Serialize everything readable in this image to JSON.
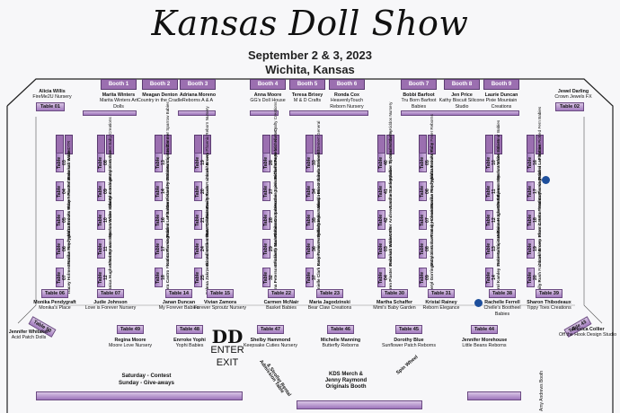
{
  "header": {
    "title": "Kansas Doll Show",
    "dates": "September 2 & 3, 2023",
    "city": "Wichita, Kansas"
  },
  "top_booths": [
    {
      "id": "Booth 1",
      "vendor": "Marita Winters",
      "sub": "Marita Winters Art Dolls"
    },
    {
      "id": "Booth 2",
      "vendor": "Meagan Denton",
      "sub": "Country in the Cradle"
    },
    {
      "id": "Booth 3",
      "vendor": "Adriana Moreno",
      "sub": "Reborns A & A"
    },
    {
      "id": "Booth 4",
      "vendor": "Anna Moore",
      "sub": "GG's Doll House"
    },
    {
      "id": "Booth 5",
      "vendor": "Teresa Brixey",
      "sub": "M & D Crafts"
    },
    {
      "id": "Booth 6",
      "vendor": "Ronda Cox",
      "sub": "HeavenlyTouch Reborn Nursery"
    },
    {
      "id": "Booth 7",
      "vendor": "Bobbi Barfoot",
      "sub": "Tru Born Barfoot Babies"
    },
    {
      "id": "Booth 8",
      "vendor": "Jen Price",
      "sub": "Kathy Biscuit Silicone Studio"
    },
    {
      "id": "Booth 9",
      "vendor": "Laurie Duncan",
      "sub": "Pixie Mountain Creations"
    }
  ],
  "corners": [
    {
      "id": "Table 01",
      "vendor": "Alicia Willis",
      "sub": "FireMe2U Nursery"
    },
    {
      "id": "Table 02",
      "vendor": "Jewel Darling",
      "sub": "Crown Jewels FX"
    }
  ],
  "bottom_tables": [
    {
      "id": "Table 06",
      "vendor": "Monika Pendygraft",
      "sub": "Monika's Place"
    },
    {
      "id": "Table 07",
      "vendor": "Judie Johnson",
      "sub": "Love is Forever Nursery"
    },
    {
      "id": "Table 14",
      "vendor": "Janan Duncan",
      "sub": "My Forever Babies"
    },
    {
      "id": "Table 15",
      "vendor": "Vivian Zamora",
      "sub": "Forever Sproutz Nursery"
    },
    {
      "id": "Table 22",
      "vendor": "Carmen McNair",
      "sub": "Basket Babies"
    },
    {
      "id": "Table 23",
      "vendor": "Maria Jagodzinski",
      "sub": "Bear Claw Creations"
    },
    {
      "id": "Table 30",
      "vendor": "Martha Schaffer",
      "sub": "Mimi's Baby Garden"
    },
    {
      "id": "Table 31",
      "vendor": "Kristal Rainey",
      "sub": "Reborn Elegance"
    },
    {
      "id": "Table 38",
      "vendor": "Rachelle Ferrell",
      "sub": "Chelle's Bootheel Babies"
    },
    {
      "id": "Table 39",
      "vendor": "Sharon Thibodeaux",
      "sub": "Tippy Toes Creations"
    }
  ],
  "edge": [
    {
      "id": "Table 50",
      "vendor": "Jennifer Whitaker",
      "sub": "Acid Patch Dolls"
    },
    {
      "id": "Table 43",
      "vendor": "Jessica Collier",
      "sub": "Off the Hook Design Studio"
    }
  ],
  "lower_row": [
    {
      "id": "Table 49",
      "vendor": "Regina Moore",
      "sub": "Moore Love Nursery"
    },
    {
      "id": "Table 48",
      "vendor": "Enrroke Yophi",
      "sub": "Yophi Babies"
    },
    {
      "id": "Table 47",
      "vendor": "Shelby Hammond",
      "sub": "Keepsake Cuties Nursery"
    },
    {
      "id": "Table 46",
      "vendor": "Michelle Manning",
      "sub": "Butterfly Reborns"
    },
    {
      "id": "Table 45",
      "vendor": "Dorothy Blue",
      "sub": "Sunflower Patch Reborns"
    },
    {
      "id": "Table 44",
      "vendor": "Jennifer Morehouse",
      "sub": "Little Beans Reborns"
    }
  ],
  "entrance": {
    "logo": "DD",
    "enter": "ENTER",
    "exit": "EXIT"
  },
  "misc": {
    "contest": "Saturday - Contest",
    "giveaway": "Sunday - Give-aways",
    "admission": "Admission Table",
    "stroller": "& Stroller Rental",
    "kds": "KDS Merch & Jenny Raymond Originals Booth",
    "spin": "Spin Wheel",
    "amy": "Amy Andrews Booth"
  },
  "inner_tables": [
    {
      "id": "Table 03",
      "vendor": "Rebekah Wade",
      "sub": "DTR"
    },
    {
      "id": "Table 04",
      "vendor": "Karen Plaster",
      "sub": "Bows and Babies"
    },
    {
      "id": "Table 05",
      "vendor": "Alexa Brooks",
      "sub": "Baby Fever Reborns"
    },
    {
      "id": "Table 06",
      "vendor": "Monika Pendygraft",
      "sub": "Monika's Place"
    },
    {
      "id": "Table 07",
      "vendor": "Tracey Holmes",
      "sub": "Harlow May Reborn"
    },
    {
      "id": "Table 08",
      "vendor": "Mary Sims",
      "sub": "Sweet Baby Creations"
    },
    {
      "id": "Table 09",
      "vendor": "Cheryl Gorringe",
      "sub": "Colors Galore"
    },
    {
      "id": "Table 10",
      "vendor": "Marion White",
      "sub": "Little Bear Babies"
    },
    {
      "id": "Table 11",
      "vendor": "Shea Bynum",
      "sub": "Shea's Wooden Babies"
    },
    {
      "id": "Table 12",
      "vendor": "Jessica Hughes",
      "sub": "Reborn Nursery"
    },
    {
      "id": "Table 13",
      "vendor": "Roberta Vicious-Zimmer",
      "sub": "Sparrow Babies"
    },
    {
      "id": "Table 14",
      "vendor": "Carol Kamley",
      "sub": "Carol Holiday Studios"
    },
    {
      "id": "Table 16",
      "vendor": "Rachel LaFlamme",
      "sub": "Pickled Fern Babies"
    },
    {
      "id": "Table 17",
      "vendor": "Katina Fleming",
      "sub": "Katina Lee Babies"
    },
    {
      "id": "Table 18",
      "vendor": "Elora Castro",
      "sub": "Floral Gothic Art Dolls"
    },
    {
      "id": "Table 19",
      "vendor": "Jacobi Brown",
      "sub": "Phoenix Reborn Nursery"
    },
    {
      "id": "Table 20",
      "vendor": "Emily Rush",
      "sub": "Rainbow Nursery"
    },
    {
      "id": "Table 21",
      "vendor": "Mara Cribbs",
      "sub": "Arrow Reborns"
    },
    {
      "id": "Table 24",
      "vendor": "Brandi Walker",
      "sub": "BMW Creations"
    },
    {
      "id": "Table 25",
      "vendor": "Selena Zakrzeski",
      "sub": "Under the Willow Tree Reborns"
    },
    {
      "id": "Table 26",
      "vendor": "Michelle Pope",
      "sub": "Michelle's Crafty Creations"
    },
    {
      "id": "Table 27",
      "vendor": "Heather Spencer",
      "sub": "The Nest Reborn Nursery"
    },
    {
      "id": "Table 28",
      "vendor": "Rainier Cooper",
      "sub": "Amazing Little Reborn Ones"
    },
    {
      "id": "Table 29",
      "vendor": "Elizabeth Marsel",
      "sub": "Sahara's Babies"
    },
    {
      "id": "Table 32",
      "vendor": "Anna Peterson",
      "sub": "Perfectly Made Reborns"
    },
    {
      "id": "Table 33",
      "vendor": "Linda Steinert",
      "sub": "Steinert General"
    },
    {
      "id": "Table 34",
      "vendor": "Wanda Minor",
      "sub": "Babes on the Hill"
    },
    {
      "id": "Table 35",
      "vendor": "Melody Hess",
      "sub": "Melody Hess Dolls"
    },
    {
      "id": "Table 36",
      "vendor": "Kery Fanin",
      "sub": "Pumpkin Doodle Babies"
    },
    {
      "id": "Table 37",
      "vendor": "Danielle Clark",
      "sub": "Daniel's Heavenly Blessings"
    },
    {
      "id": "Table 40",
      "vendor": "Kimber Thomas",
      "sub": "Kimber's Kiddos Nursery"
    },
    {
      "id": "Table 41",
      "vendor": "Sandra Stanley",
      "sub": "Babies by Sandra Stanley"
    },
    {
      "id": "Table 42",
      "vendor": "Amber Andrews",
      "sub": "Amber's Artistry"
    }
  ]
}
